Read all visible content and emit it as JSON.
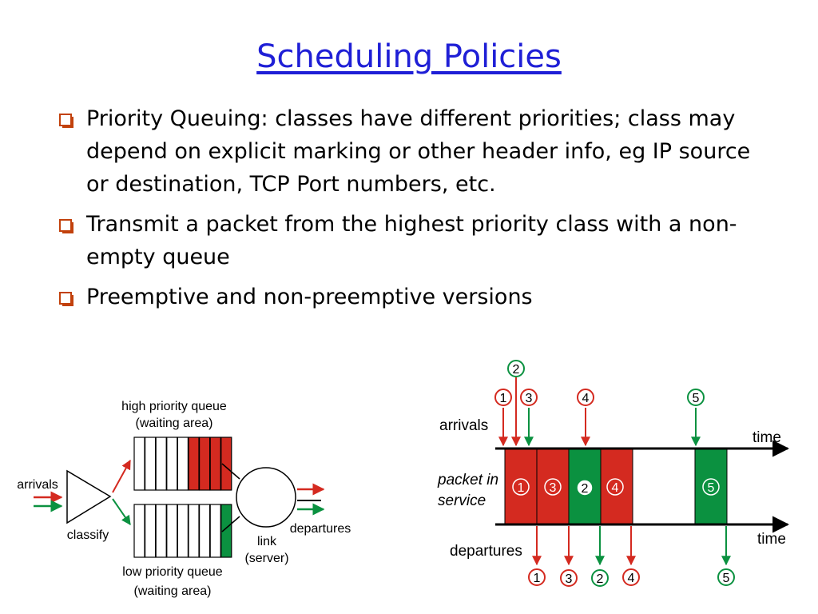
{
  "slide": {
    "title": "Scheduling Policies",
    "bullets": [
      "Priority Queuing: classes have different priorities; class may depend on explicit marking or other header info, eg IP source or destination, TCP Port numbers, etc.",
      "Transmit a packet from the highest priority class with a non-empty queue",
      "Preemptive and non-preemptive versions"
    ]
  },
  "queue_diagram": {
    "high_label": [
      "high priority queue",
      "(waiting area)"
    ],
    "low_label": [
      "low priority queue",
      "(waiting area)"
    ],
    "arrivals": "arrivals",
    "classify": "classify",
    "departures": "departures",
    "link_label": [
      "link",
      "(server)"
    ],
    "high_queue_filled": 4,
    "low_queue_filled": 1
  },
  "timing_diagram": {
    "arrivals_label": "arrivals",
    "service_label": [
      "packet in",
      "service"
    ],
    "departures_label": "departures",
    "time_label": "time",
    "arrival_packets": [
      "1",
      "2",
      "3",
      "4",
      "5"
    ],
    "service_order": [
      "1",
      "3",
      "2",
      "4",
      "5"
    ],
    "departure_order": [
      "1",
      "3",
      "2",
      "4",
      "5"
    ]
  },
  "colors": {
    "high": "#d42a20",
    "low": "#0b9140",
    "title": "#1f1fd6",
    "bullet": "#c2410c"
  }
}
